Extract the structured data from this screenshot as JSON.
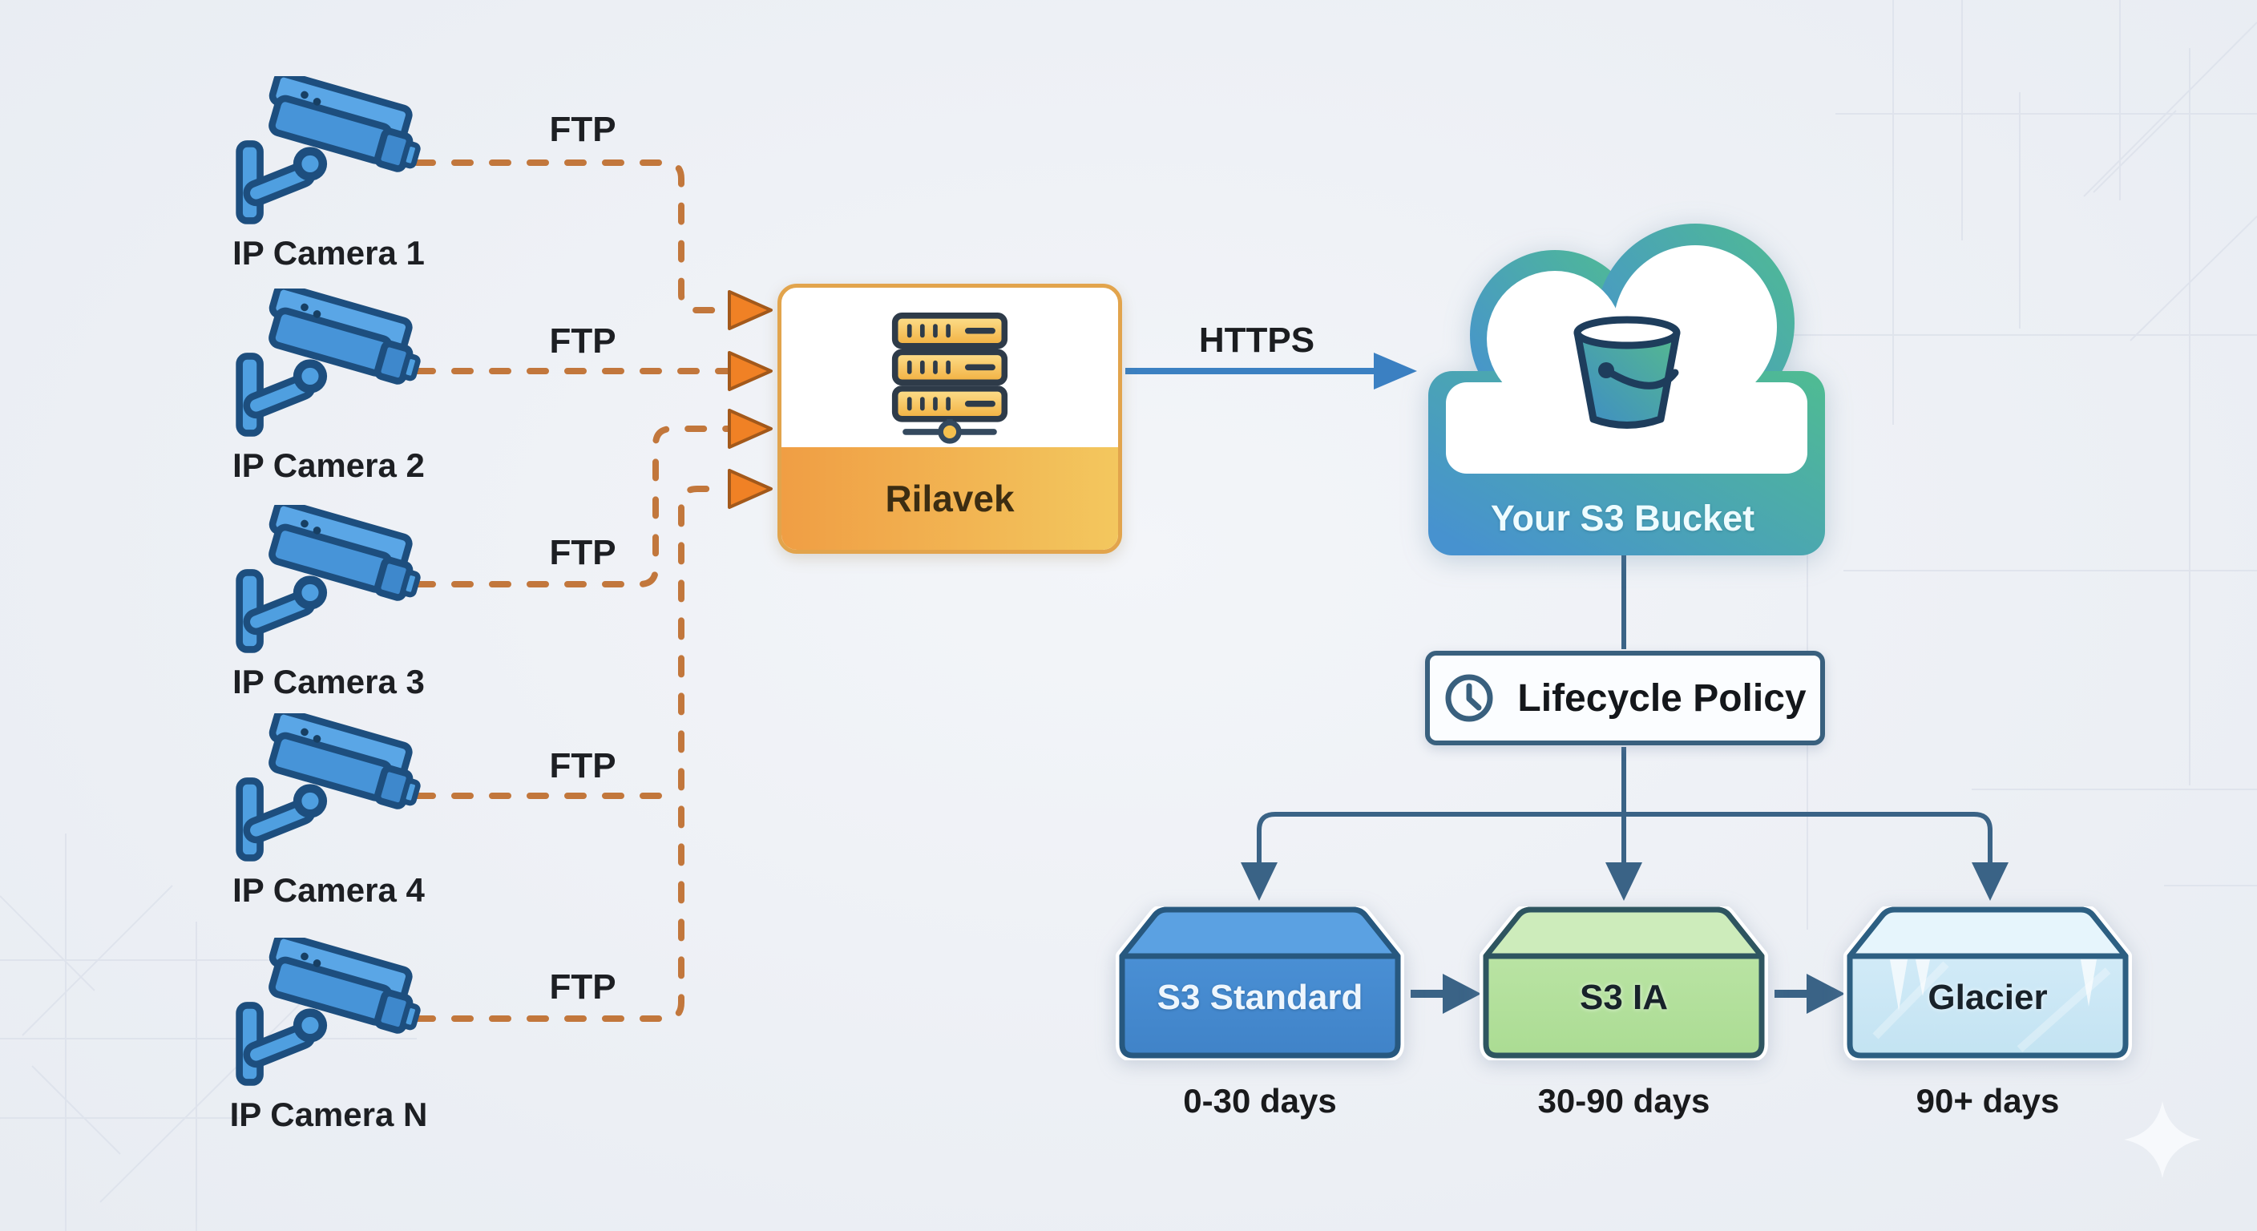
{
  "cameras": [
    {
      "label": "IP Camera 1"
    },
    {
      "label": "IP Camera 2"
    },
    {
      "label": "IP Camera 3"
    },
    {
      "label": "IP Camera 4"
    },
    {
      "label": "IP Camera N"
    }
  ],
  "ftp_links": [
    {
      "label": "FTP"
    },
    {
      "label": "FTP"
    },
    {
      "label": "FTP"
    },
    {
      "label": "FTP"
    },
    {
      "label": "FTP"
    }
  ],
  "https_link": {
    "label": "HTTPS"
  },
  "gateway": {
    "name": "Rilavek",
    "icon": "server-stack-icon"
  },
  "cloud": {
    "label": "Your S3 Bucket",
    "icon": "s3-bucket-icon"
  },
  "lifecycle": {
    "label": "Lifecycle Policy",
    "icon": "clock-icon"
  },
  "tiers": [
    {
      "name": "S3 Standard",
      "period": "0-30 days",
      "color": "#478ed2"
    },
    {
      "name": "S3 IA",
      "period": "30-90 days",
      "color": "#b7e2a1"
    },
    {
      "name": "Glacier",
      "period": "90+ days",
      "color": "#cfe8f4"
    }
  ],
  "colors": {
    "background": "#edf0f5",
    "ftp_dash": "#c2773c",
    "ftp_arrowhead": "#f08125",
    "https_arrow": "#3b80c2",
    "tree_connector": "#3a6386",
    "gateway_border": "#e2a44c",
    "gateway_band_start": "#f09e44",
    "gateway_band_end": "#f3c75e",
    "cloud_blue": "#4792cf",
    "cloud_green": "#4fbb93",
    "camera_blue": "#4f9fe0"
  }
}
